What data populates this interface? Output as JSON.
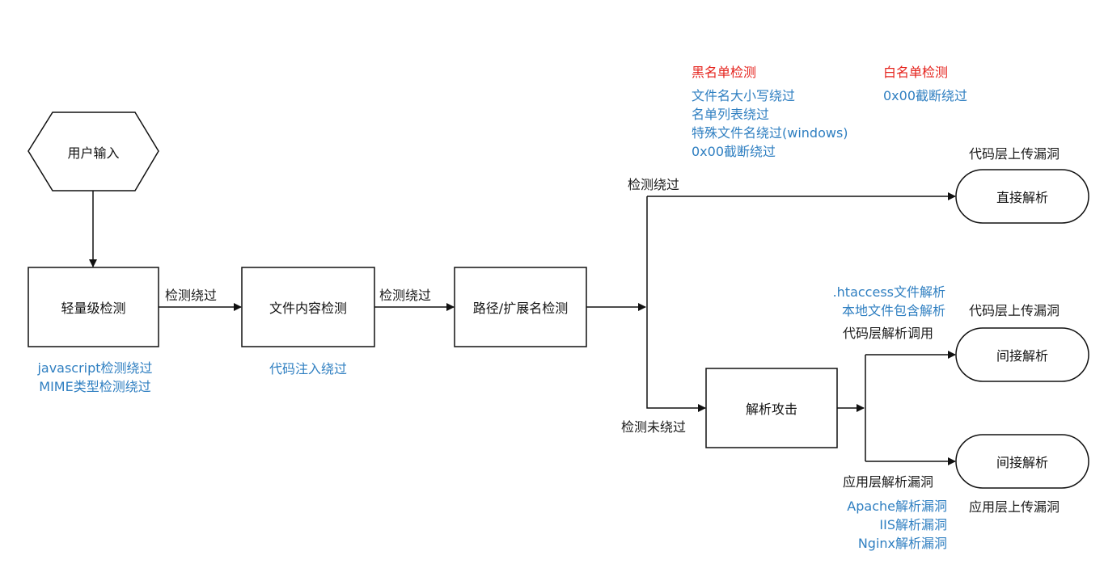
{
  "nodes": {
    "user_input": "用户输入",
    "light_check": "轻量级检测",
    "content_check": "文件内容检测",
    "path_check": "路径/扩展名检测",
    "parse_attack": "解析攻击",
    "direct_parse": "直接解析",
    "indirect_parse_1": "间接解析",
    "indirect_parse_2": "间接解析"
  },
  "edges": {
    "bypass_1": "检测绕过",
    "bypass_2": "检测绕过",
    "bypass_3": "检测绕过",
    "not_bypassed": "检测未绕过",
    "code_layer_call": "代码层解析调用",
    "app_layer_vuln": "应用层解析漏洞"
  },
  "notes": {
    "light_check": [
      "javascript检测绕过",
      "MIME类型检测绕过"
    ],
    "content_check": [
      "代码注入绕过"
    ],
    "blacklist_title": "黑名单检测",
    "blacklist_items": [
      "文件名大小写绕过",
      "名单列表绕过",
      "特殊文件名绕过(windows)",
      "0x00截断绕过"
    ],
    "whitelist_title": "白名单检测",
    "whitelist_items": [
      "0x00截断绕过"
    ],
    "code_parse_items": [
      ".htaccess文件解析",
      "本地文件包含解析"
    ],
    "app_parse_items": [
      "Apache解析漏洞",
      "IIS解析漏洞",
      "Nginx解析漏洞"
    ]
  },
  "outcomes": {
    "code_upload_1": "代码层上传漏洞",
    "code_upload_2": "代码层上传漏洞",
    "app_upload": "应用层上传漏洞"
  },
  "colors": {
    "note_blue": "#2f7fc1",
    "title_red": "#e5231d",
    "stroke": "#111111"
  }
}
